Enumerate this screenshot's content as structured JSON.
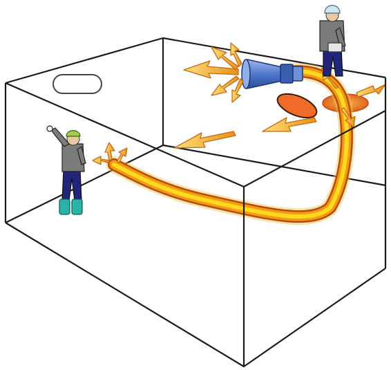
{
  "diagram": {
    "kind": "confined-space-ventilation-illustration",
    "text_labels": [],
    "colors": {
      "background": "#ffffff",
      "box_edges": "#1a1a1a",
      "hose_outer": "#e07a10",
      "hose_inner": "#ffd21a",
      "hose_glow": "#f9c64a",
      "arrow_fill": "#f4a52a",
      "arrow_light": "#ffe07a",
      "blower_blue": "#4a72c8",
      "blower_light": "#9ab7ee",
      "hatch_orange": "#f06a28",
      "worker_shirt": "#7b7b7b",
      "worker_pants": "#22267a",
      "worker_boots": "#2ab3a8",
      "hard_hat_inside": "#a4cf4a",
      "hard_hat_outside": "#cfe6ee"
    },
    "elements": {
      "container": "open-top-rectangular-enclosure",
      "top_manhole": "closed-manhole-outline",
      "open_manhole": "open-manhole-with-hatch-cover",
      "air_blower": "blower-fan-at-opening",
      "supply_duct": "flexible-air-supply-duct",
      "worker_inside": "worker-in-confined-space",
      "worker_outside": "attendant-outside-entry",
      "airflow_arrows": "air-flow-direction-arrows"
    }
  }
}
